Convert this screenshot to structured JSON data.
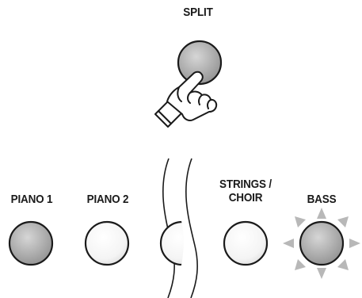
{
  "split_label": "SPLIT",
  "buttons": [
    {
      "line1": "PIANO 1",
      "line2": ""
    },
    {
      "line1": "PIANO 2",
      "line2": ""
    },
    {
      "line1": "STRINGS /",
      "line2": "CHOIR"
    },
    {
      "line1": "BASS",
      "line2": ""
    }
  ],
  "colors": {
    "button_dark": "#a9a9a9",
    "button_light": "#f7f7f7",
    "outline": "#1a1a1a",
    "glow": "#b8b8b8"
  },
  "icons": [
    "hand-pointer-icon",
    "glow-ray-icon"
  ],
  "state": {
    "pressed": "SPLIT",
    "lit": "BASS"
  }
}
